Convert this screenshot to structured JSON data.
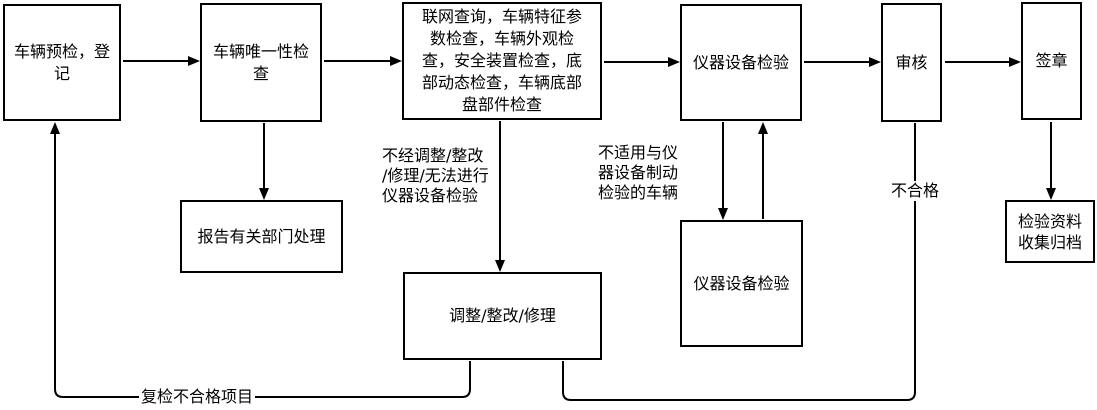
{
  "nodes": {
    "pre_check": {
      "label": "车辆预检，登\n记"
    },
    "uniqueness": {
      "label": "车辆唯一性检\n查"
    },
    "online_check": {
      "label": "联网查询，车辆特征参\n数检查，车辆外观检\n查，安全装置检查，底\n部动态检查，车辆底部\n盘部件检查"
    },
    "equipment_test": {
      "label": "仪器设备检验"
    },
    "review": {
      "label": "审核"
    },
    "sign": {
      "label": "签章"
    },
    "report": {
      "label": "报告有关部门处理"
    },
    "repair": {
      "label": "调整/整改/修理"
    },
    "equipment_test_2": {
      "label": "仪器设备检验"
    },
    "archive": {
      "label": "检验资料\n收集归档"
    }
  },
  "edge_labels": {
    "no_repair": "不经调整/整改\n/修理/无法进行\n仪器设备检验",
    "not_applicable": "不适用与仪\n器设备制动\n检验的车辆",
    "unqualified": "不合格",
    "recheck": "复检不合格项目"
  },
  "colors": {
    "line": "#000000",
    "box_border": "#000000",
    "box_fill": "#ffffff",
    "text": "#000000",
    "background": "#ffffff"
  }
}
